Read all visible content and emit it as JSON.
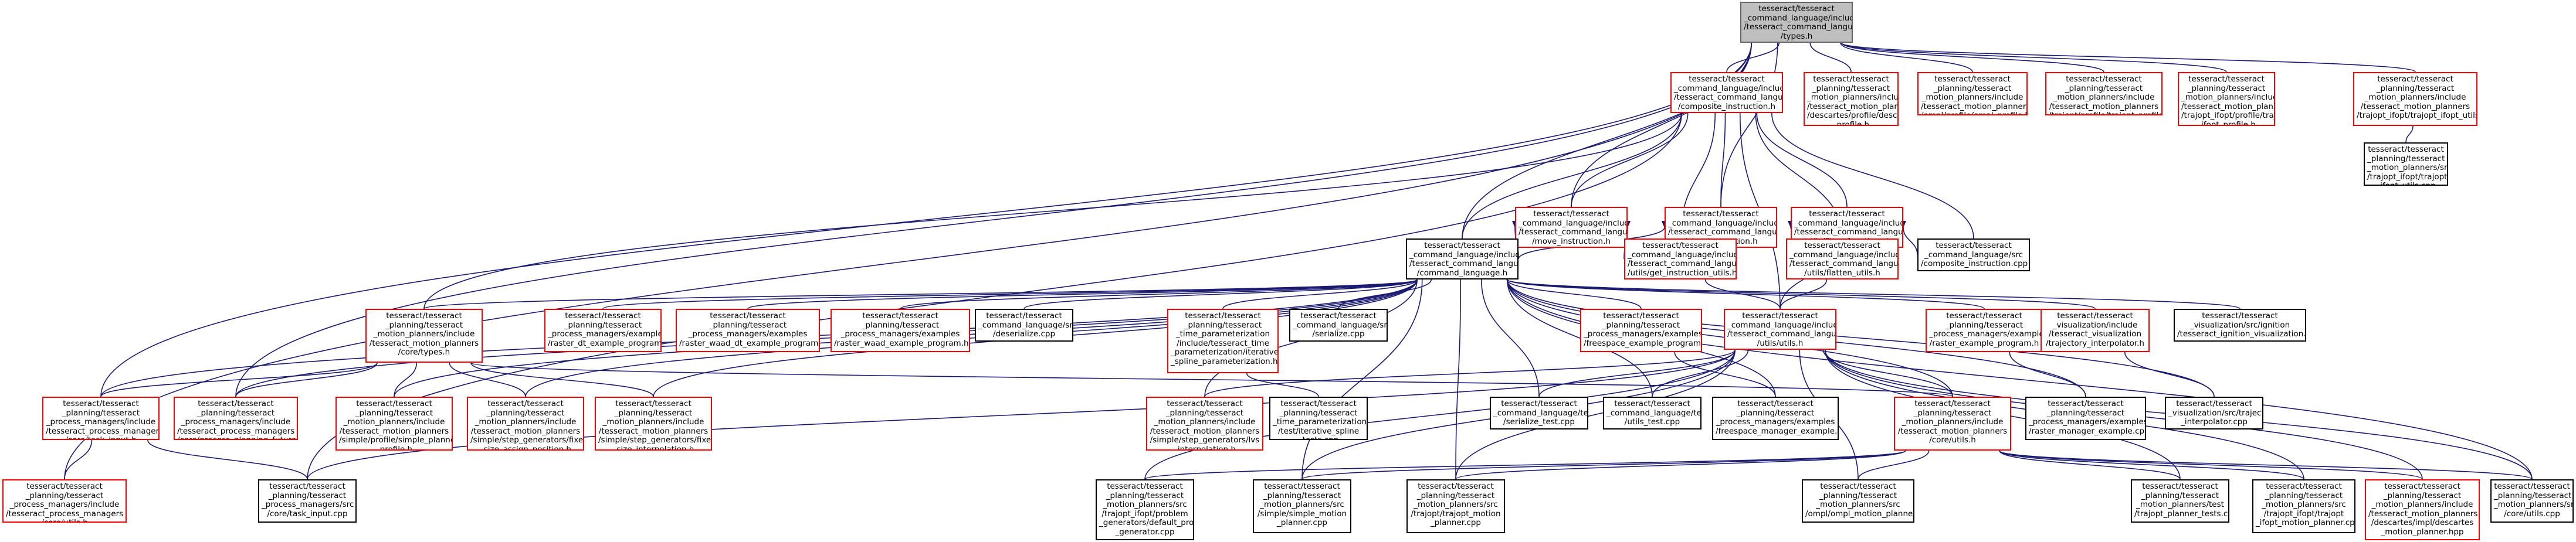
{
  "colors": {
    "edge": "#191970",
    "highlight_border": "#ff0000",
    "plain_border": "#000000",
    "root_fill": "#bfbfbf"
  },
  "nodes": {
    "types_h": "tesseract/tesseract\n_command_language/include\n/tesseract_command_language\n/types.h",
    "composite_instruction_h": "tesseract/tesseract\n_command_language/include\n/tesseract_command_language\n/composite_instruction.h",
    "descartes_profile_h": "tesseract/tesseract\n_planning/tesseract\n_motion_planners/include\n/tesseract_motion_planners\n/descartes/profile/descartes\n_profile.h",
    "ompl_profile_h": "tesseract/tesseract\n_planning/tesseract\n_motion_planners/include\n/tesseract_motion_planners\n/ompl/profile/ompl_profile.h",
    "trajopt_profile_h": "tesseract/tesseract\n_planning/tesseract\n_motion_planners/include\n/tesseract_motion_planners\n/trajopt/profile/trajopt_profile.h",
    "trajopt_ifopt_profile_h": "tesseract/tesseract\n_planning/tesseract\n_motion_planners/include\n/tesseract_motion_planners\n/trajopt_ifopt/profile/trajopt\n_ifopt_profile.h",
    "trajopt_ifopt_utils_h": "tesseract/tesseract\n_planning/tesseract\n_motion_planners/include\n/tesseract_motion_planners\n/trajopt_ifopt/trajopt_ifopt_utils.h",
    "trajopt_ifopt_utils_cpp": "tesseract/tesseract\n_planning/tesseract\n_motion_planners/src\n/trajopt_ifopt/trajopt\n_ifopt_utils.cpp",
    "move_instruction_h": "tesseract/tesseract\n_command_language/include\n/tesseract_command_language\n/move_instruction.h",
    "plan_instruction_h": "tesseract/tesseract\n_command_language/include\n/tesseract_command_language\n/plan_instruction.h",
    "filter_functions_h": "tesseract/tesseract\n_command_language/include\n/tesseract_command_language\n/utils/filter_functions.h",
    "command_language_h": "tesseract/tesseract\n_command_language/include\n/tesseract_command_language\n/command_language.h",
    "get_instruction_utils_h": "tesseract/tesseract\n_command_language/include\n/tesseract_command_language\n/utils/get_instruction_utils.h",
    "flatten_utils_h": "tesseract/tesseract\n_command_language/include\n/tesseract_command_language\n/utils/flatten_utils.h",
    "composite_instruction_cpp": "tesseract/tesseract\n_command_language/src\n/composite_instruction.cpp",
    "core_types_h": "tesseract/tesseract\n_planning/tesseract\n_motion_planners/include\n/tesseract_motion_planners\n/core/types.h",
    "raster_dt_example_program_h": "tesseract/tesseract\n_planning/tesseract\n_process_managers/examples\n/raster_dt_example_program.h",
    "raster_waad_dt_example_program_h": "tesseract/tesseract\n_planning/tesseract\n_process_managers/examples\n/raster_waad_dt_example_program.h",
    "raster_waad_example_program_h": "tesseract/tesseract\n_planning/tesseract\n_process_managers/examples\n/raster_waad_example_program.h",
    "deserialize_cpp": "tesseract/tesseract\n_command_language/src\n/deserialize.cpp",
    "iterative_spline_parameterization_h": "tesseract/tesseract\n_planning/tesseract\n_time_parameterization\n/include/tesseract_time\n_parameterization/iterative\n_spline_parameterization.h",
    "serialize_cpp": "tesseract/tesseract\n_command_language/src\n/serialize.cpp",
    "freespace_example_program_h": "tesseract/tesseract\n_planning/tesseract\n_process_managers/examples\n/freespace_example_program.h",
    "utils_h": "tesseract/tesseract\n_command_language/include\n/tesseract_command_language\n/utils/utils.h",
    "raster_example_program_h": "tesseract/tesseract\n_planning/tesseract\n_process_managers/examples\n/raster_example_program.h",
    "trajectory_interpolator_h": "tesseract/tesseract\n_visualization/include\n/tesseract_visualization\n/trajectory_interpolator.h",
    "ignition_visualization_cpp": "tesseract/tesseract\n_visualization/src/ignition\n/tesseract_ignition_visualization.cpp",
    "task_input_h": "tesseract/tesseract\n_planning/tesseract\n_process_managers/include\n/tesseract_process_managers\n/core/task_input.h",
    "process_planning_future_h": "tesseract/tesseract\n_planning/tesseract\n_process_managers/include\n/tesseract_process_managers\n/core/process_planning_future.h",
    "simple_planner_profile_h": "tesseract/tesseract\n_planning/tesseract\n_motion_planners/include\n/tesseract_motion_planners\n/simple/profile/simple_planner\n_profile.h",
    "fixed_size_assign_position_h": "tesseract/tesseract\n_planning/tesseract\n_motion_planners/include\n/tesseract_motion_planners\n/simple/step_generators/fixed\n_size_assign_position.h",
    "fixed_size_interpolation_h": "tesseract/tesseract\n_planning/tesseract\n_motion_planners/include\n/tesseract_motion_planners\n/simple/step_generators/fixed\n_size_interpolation.h",
    "lvs_interpolation_h": "tesseract/tesseract\n_planning/tesseract\n_motion_planners/include\n/tesseract_motion_planners\n/simple/step_generators/lvs\n_interpolation.h",
    "iterative_spline_tests_cpp": "tesseract/tesseract\n_planning/tesseract\n_time_parameterization\n/test/iterative_spline\n_tests.cpp",
    "serialize_test_cpp": "tesseract/tesseract\n_command_language/test\n/serialize_test.cpp",
    "utils_test_cpp": "tesseract/tesseract\n_command_language/test\n/utils_test.cpp",
    "freespace_manager_example_cpp": "tesseract/tesseract\n_planning/tesseract\n_process_managers/examples\n/freespace_manager_example.cpp",
    "core_utils_h": "tesseract/tesseract\n_planning/tesseract\n_motion_planners/include\n/tesseract_motion_planners\n/core/utils.h",
    "raster_manager_example_cpp": "tesseract/tesseract\n_planning/tesseract\n_process_managers/examples\n/raster_manager_example.cpp",
    "trajectory_interpolator_cpp": "tesseract/tesseract\n_visualization/src/trajectory\n_interpolator.cpp",
    "pm_core_utils_h": "tesseract/tesseract\n_planning/tesseract\n_process_managers/include\n/tesseract_process_managers\n/core/utils.h",
    "task_input_cpp": "tesseract/tesseract\n_planning/tesseract\n_process_managers/src\n/core/task_input.cpp",
    "default_problem_generator_cpp": "tesseract/tesseract\n_planning/tesseract\n_motion_planners/src\n/trajopt_ifopt/problem\n_generators/default_problem\n_generator.cpp",
    "simple_motion_planner_cpp": "tesseract/tesseract\n_planning/tesseract\n_motion_planners/src\n/simple/simple_motion\n_planner.cpp",
    "trajopt_motion_planner_cpp": "tesseract/tesseract\n_planning/tesseract\n_motion_planners/src\n/trajopt/trajopt_motion\n_planner.cpp",
    "ompl_motion_planner_cpp": "tesseract/tesseract\n_planning/tesseract\n_motion_planners/src\n/ompl/ompl_motion_planner.cpp",
    "trajopt_planner_tests_cpp": "tesseract/tesseract\n_planning/tesseract\n_motion_planners/test\n/trajopt_planner_tests.cpp",
    "trajopt_ifopt_motion_planner_cpp": "tesseract/tesseract\n_planning/tesseract\n_motion_planners/src\n/trajopt_ifopt/trajopt\n_ifopt_motion_planner.cpp",
    "descartes_motion_planner_hpp": "tesseract/tesseract\n_planning/tesseract\n_motion_planners/include\n/tesseract_motion_planners\n/descartes/impl/descartes\n_motion_planner.hpp",
    "core_utils_cpp": "tesseract/tesseract\n_planning/tesseract\n_motion_planners/src\n/core/utils.cpp"
  }
}
